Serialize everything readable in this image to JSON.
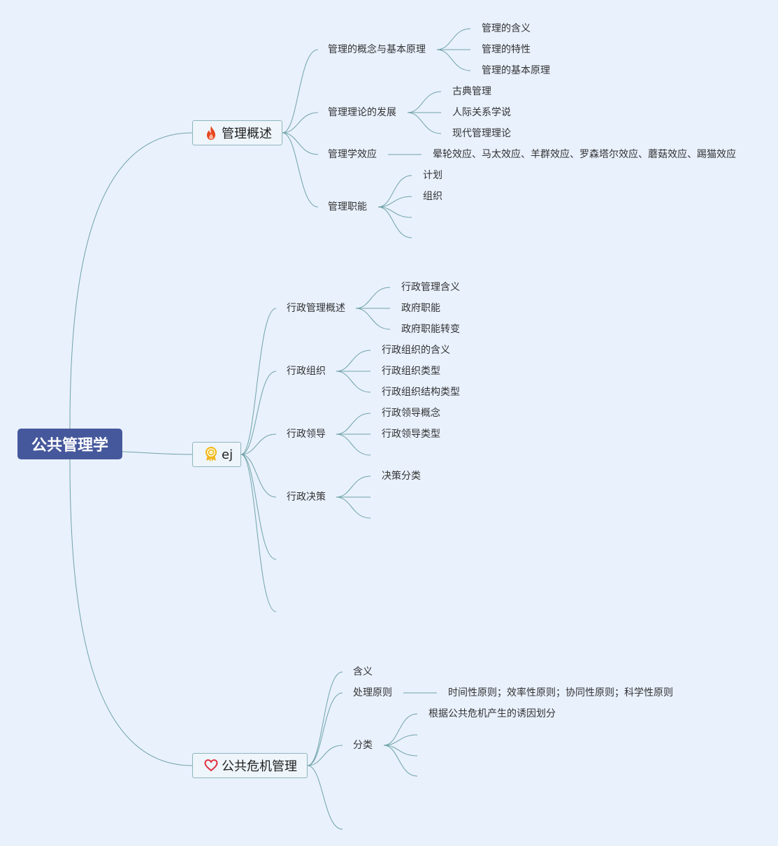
{
  "root": {
    "label": "公共管理学"
  },
  "branches": [
    {
      "label": "管理概述",
      "icon": "fire-icon",
      "children": [
        {
          "label": "管理的概念与基本原理",
          "children": [
            "管理的含义",
            "管理的特性",
            "管理的基本原理"
          ]
        },
        {
          "label": "管理理论的发展",
          "children": [
            "古典管理",
            "人际关系学说",
            "现代管理理论"
          ]
        },
        {
          "label": "管理学效应",
          "children": [
            "晕轮效应、马太效应、羊群效应、罗森塔尔效应、蘑菇效应、踢猫效应"
          ]
        },
        {
          "label": "管理职能",
          "children": [
            "计划",
            "组织",
            "",
            ""
          ]
        }
      ]
    },
    {
      "label": "ej",
      "icon": "award-ribbon-icon",
      "children": [
        {
          "label": "行政管理概述",
          "children": [
            "行政管理含义",
            "政府职能",
            "政府职能转变"
          ]
        },
        {
          "label": "行政组织",
          "children": [
            "行政组织的含义",
            "行政组织类型",
            "行政组织结构类型"
          ]
        },
        {
          "label": "行政领导",
          "children": [
            "行政领导概念",
            "行政领导类型",
            ""
          ]
        },
        {
          "label": "行政决策",
          "children": [
            "决策分类",
            "",
            ""
          ]
        },
        {
          "label": "",
          "children": []
        },
        {
          "label": "",
          "children": []
        }
      ]
    },
    {
      "label": "公共危机管理",
      "icon": "heart-outline-icon",
      "children": [
        {
          "label": "含义",
          "children": []
        },
        {
          "label": "处理原则",
          "children": [
            "时间性原则；效率性原则；协同性原则；科学性原则"
          ]
        },
        {
          "label": "分类",
          "children": [
            "根据公共危机产生的诱因划分",
            "",
            "",
            ""
          ]
        },
        {
          "label": "",
          "children": []
        }
      ]
    }
  ],
  "colors": {
    "background": "#e9f1fd",
    "root_fill": "#46589c",
    "connector": "#6fa3a8",
    "topic_border": "#8fb6bc",
    "fire": "#e8461f",
    "award": "#f2b618",
    "heart": "#e0303f"
  }
}
